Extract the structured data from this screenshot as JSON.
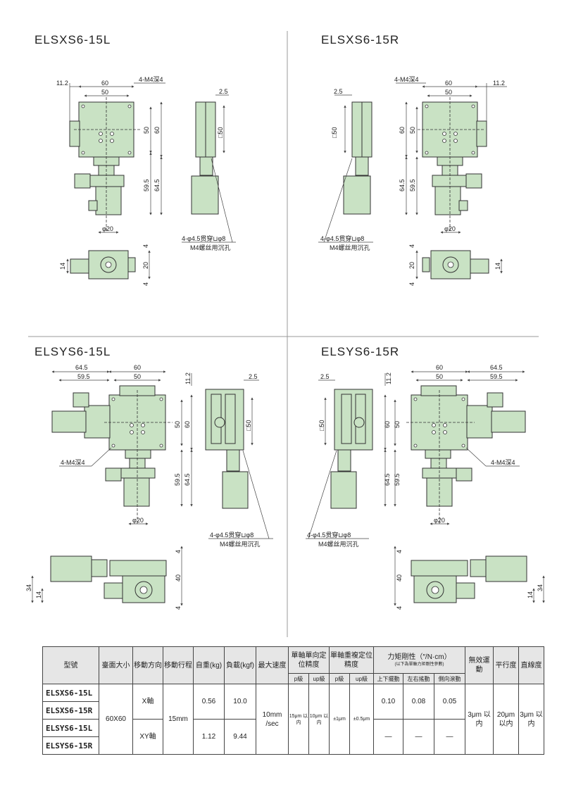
{
  "titles": {
    "xl": "ELSXS6-15L",
    "xr": "ELSXS6-15R",
    "yl": "ELSYS6-15L",
    "yr": "ELSYS6-15R"
  },
  "dims": {
    "d112": "11.2",
    "d60": "60",
    "d50": "50",
    "d25": "2.5",
    "d595": "59.5",
    "d645": "64.5",
    "phi20": "φ20",
    "sq50": "□50",
    "d4": "4",
    "d20": "20",
    "d14": "14",
    "d40": "40",
    "d34": "34",
    "tap": "4-M4深4",
    "hole": "4-φ4.5贯穿⊔φ8",
    "holeNote": "M4螺丝用沉孔"
  },
  "colors": {
    "body": "#c9e2c4",
    "line": "#333333",
    "dim": "#444444",
    "header": "#e6e6e6"
  },
  "table": {
    "h": {
      "model": "型號",
      "size": "臺面大小",
      "dir": "移動方向",
      "travel": "移動行程",
      "weight": "自重(kg)",
      "load": "負載(kgf)",
      "speed": "最大速度",
      "uni": "單軸單向定位精度",
      "rep": "單軸重複定位精度",
      "torque": "力矩剛性（″/N·cm）",
      "torqueNote": "(以下為單軸力矩剛性參數)",
      "motion": "無效運動",
      "parallel": "平行度",
      "straight": "直線度"
    },
    "sub": {
      "p": "p級",
      "up": "up級",
      "p2": "p級",
      "up2": "up級",
      "pitch": "上下擺動",
      "yaw": "左右搖動",
      "roll": "側向滾動"
    },
    "models": [
      "ELSXS6-15L",
      "ELSXS6-15R",
      "ELSYS6-15L",
      "ELSYS6-15R"
    ],
    "size": "60X60",
    "dirX": "X軸",
    "dirXY": "XY軸",
    "travel": "15mm",
    "wX": "0.56",
    "wXY": "1.12",
    "lX": "10.0",
    "lXY": "9.44",
    "speed": "10mm /sec",
    "uniP": "15μm 以内",
    "uniUp": "10μm 以内",
    "repP": "±1μm",
    "repUp": "±0.5μm",
    "pitch": "0.10",
    "yaw": "0.08",
    "roll": "0.05",
    "dash": "—",
    "motion": "3μm 以内",
    "parallel": "20μm 以内",
    "straight": "3μm 以内"
  }
}
